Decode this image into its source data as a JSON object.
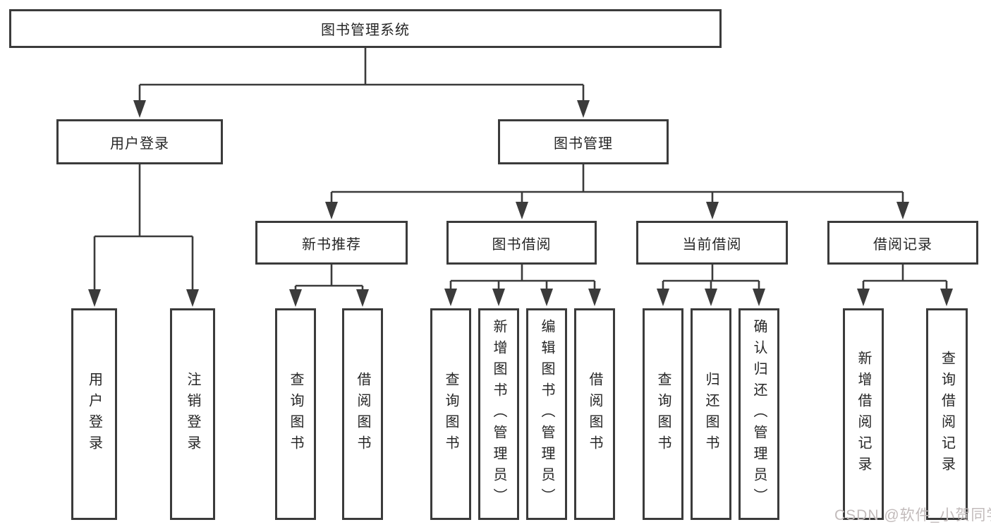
{
  "tree": {
    "label": "图书管理系统",
    "children": [
      {
        "label": "用户登录",
        "children": [
          {
            "label": "用户登录"
          },
          {
            "label": "注销登录"
          }
        ]
      },
      {
        "label": "图书管理",
        "children": [
          {
            "label": "新书推荐",
            "children": [
              {
                "label": "查询图书"
              },
              {
                "label": "借阅图书"
              }
            ]
          },
          {
            "label": "图书借阅",
            "children": [
              {
                "label": "查询图书"
              },
              {
                "label": "新增图书（管理员）"
              },
              {
                "label": "编辑图书（管理员）"
              },
              {
                "label": "借阅图书"
              }
            ]
          },
          {
            "label": "当前借阅",
            "children": [
              {
                "label": "查询图书"
              },
              {
                "label": "归还图书"
              },
              {
                "label": "确认归还（管理员）"
              }
            ]
          },
          {
            "label": "借阅记录",
            "children": [
              {
                "label": "新增借阅记录"
              },
              {
                "label": "查询借阅记录"
              }
            ]
          }
        ]
      }
    ]
  },
  "watermark": "CSDN @软件_小贺同学",
  "colors": {
    "line": "#3b3b3b",
    "text": "#262626",
    "watermark": "#c2bbbb",
    "background": "#ffffff"
  }
}
